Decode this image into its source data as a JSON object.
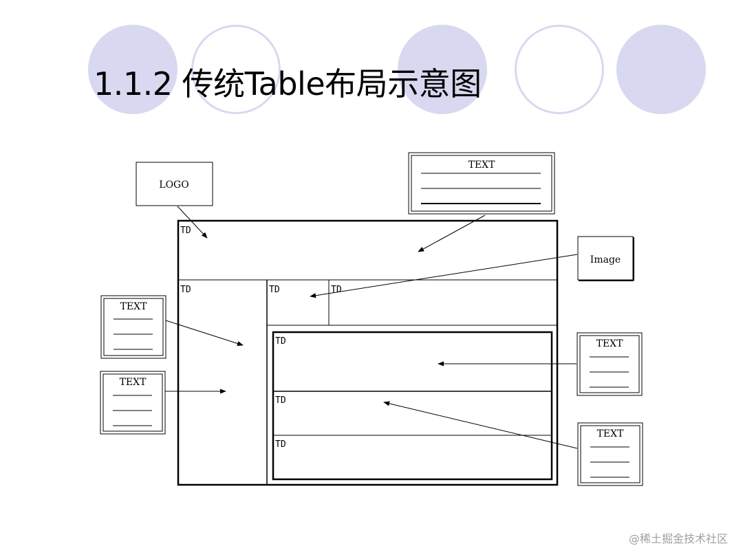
{
  "slide": {
    "title": "1.1.2 传统Table布局示意图",
    "accent_color": "#d8d8f0"
  },
  "diagram": {
    "cell_label": "TD",
    "logo_label": "LOGO",
    "image_label": "Image",
    "text_box_label": "TEXT"
  },
  "watermark": "@稀土掘金技术社区"
}
